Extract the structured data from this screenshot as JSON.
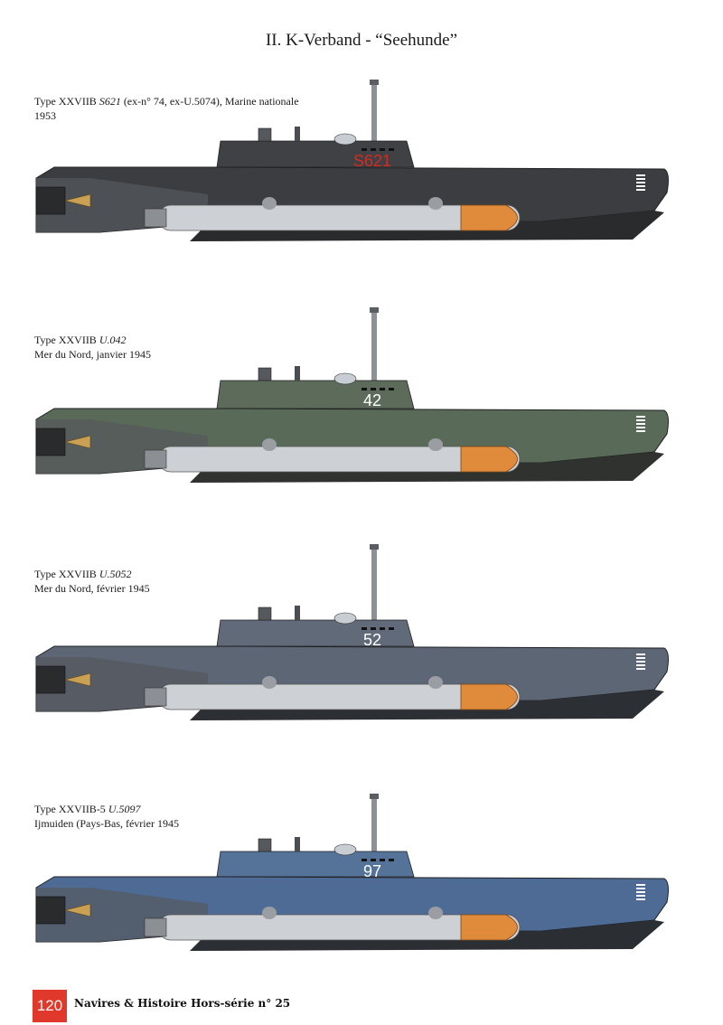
{
  "page": {
    "title": "II. K-Verband - “Seehunde”",
    "page_number": "120",
    "publication": "Navires & Histoire Hors-série n° 25"
  },
  "plates": [
    {
      "type": "Type XXVIIB ",
      "ship": "S621",
      "rest": " (ex-n° 74, ex-U.5074), Marine nationale",
      "line2": "1953",
      "hull_number": "S621",
      "colors": {
        "hull": "#3b3d40",
        "upper": "#3f4144",
        "keel": "#2a2b2d",
        "number": "#d42a22"
      }
    },
    {
      "type": "Type XXVIIB ",
      "ship": "U.042",
      "rest": "",
      "line2": "Mer du Nord, janvier 1945",
      "hull_number": "42",
      "colors": {
        "hull": "#5a6a58",
        "upper": "#5c6b5a",
        "keel": "#2f322f",
        "number": "#ffffff"
      }
    },
    {
      "type": "Type XXVIIB ",
      "ship": "U.5052",
      "rest": "",
      "line2": "Mer du Nord, février 1945",
      "hull_number": "52",
      "colors": {
        "hull": "#5d6675",
        "upper": "#616a78",
        "keel": "#2c2f34",
        "number": "#ffffff"
      }
    },
    {
      "type": "Type XXVIIB-5 ",
      "ship": "U.5097",
      "rest": "",
      "line2": "Ijmuiden (Pays-Bas, février 1945",
      "hull_number": "97",
      "colors": {
        "hull": "#4e6b96",
        "upper": "#557299",
        "keel": "#2b2e33",
        "number": "#ffffff"
      }
    }
  ]
}
